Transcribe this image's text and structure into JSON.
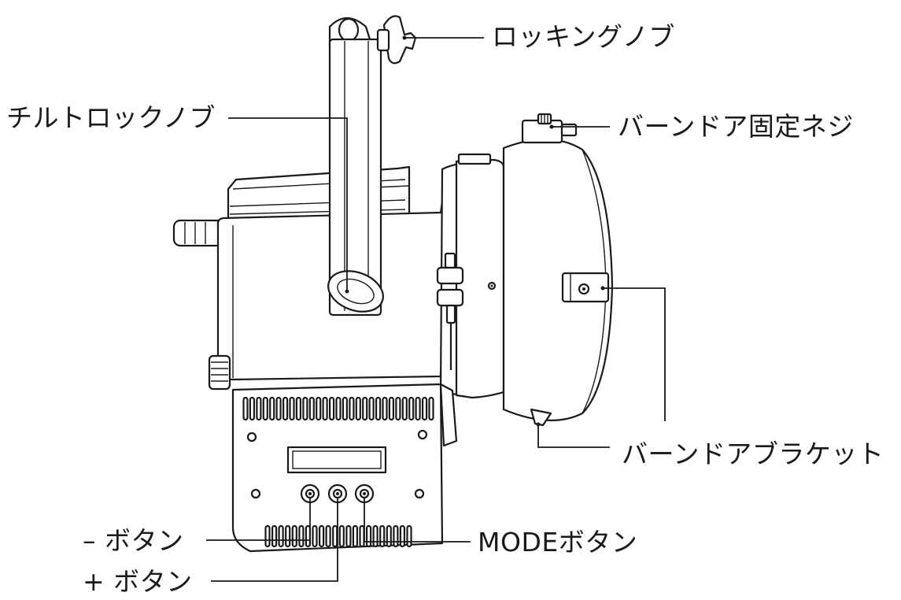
{
  "labels": {
    "locking_knob": "ロッキングノブ",
    "tilt_lock_knob": "チルトロックノブ",
    "barndoor_screw": "バーンドア固定ネジ",
    "barndoor_bracket": "バーンドアブラケット",
    "minus_button": "– ボタン",
    "plus_button": "+ ボタン",
    "mode_button": "MODEボタン"
  },
  "colors": {
    "line": "#1a1a1a",
    "background": "#ffffff"
  }
}
